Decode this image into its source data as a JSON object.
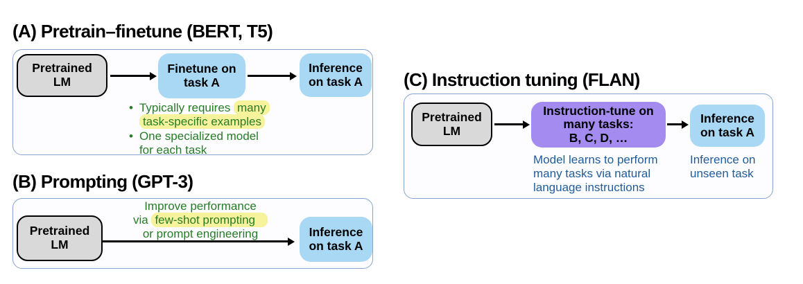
{
  "colors": {
    "panel_border": "#87a3cf",
    "panel_background": "#fdfcff",
    "gray_box": "#d9d9d9",
    "blue_box": "#a9d8f5",
    "purple_box": "#a38bf0",
    "green_text": "#267c26",
    "blue_text": "#1f5c99",
    "highlight_yellow": "#f7f39d",
    "arrow_black": "#000000"
  },
  "bullet_glyph": "•",
  "panels": [
    {
      "label": "(A) Pretrain–finetune (BERT, T5)",
      "boxes": {
        "pretrained": "Pretrained\nLM",
        "middle": "Finetune on\ntask A",
        "inference": "Inference\non task A"
      },
      "bullets": [
        {
          "pre": "Typically requires ",
          "hl": "many",
          "hl2": "task-specific examples"
        },
        {
          "l1": "One specialized model",
          "l2": "for each task"
        }
      ]
    },
    {
      "label": "(B) Prompting (GPT-3)",
      "boxes": {
        "pretrained": "Pretrained\nLM",
        "inference": "Inference\non task A"
      },
      "note": {
        "l1": "Improve performance",
        "l2_pre": "via ",
        "l2_hl": "few-shot prompting",
        "l3": "or prompt engineering"
      }
    },
    {
      "label": "(C) Instruction tuning (FLAN)",
      "boxes": {
        "pretrained": "Pretrained\nLM",
        "middle": "Instruction-tune on\nmany tasks:\nB, C, D, …",
        "inference": "Inference\non task A"
      },
      "captions": {
        "middle": "Model learns to perform\nmany tasks via natural\nlanguage instructions",
        "inference": "Inference on\nunseen task"
      }
    }
  ]
}
